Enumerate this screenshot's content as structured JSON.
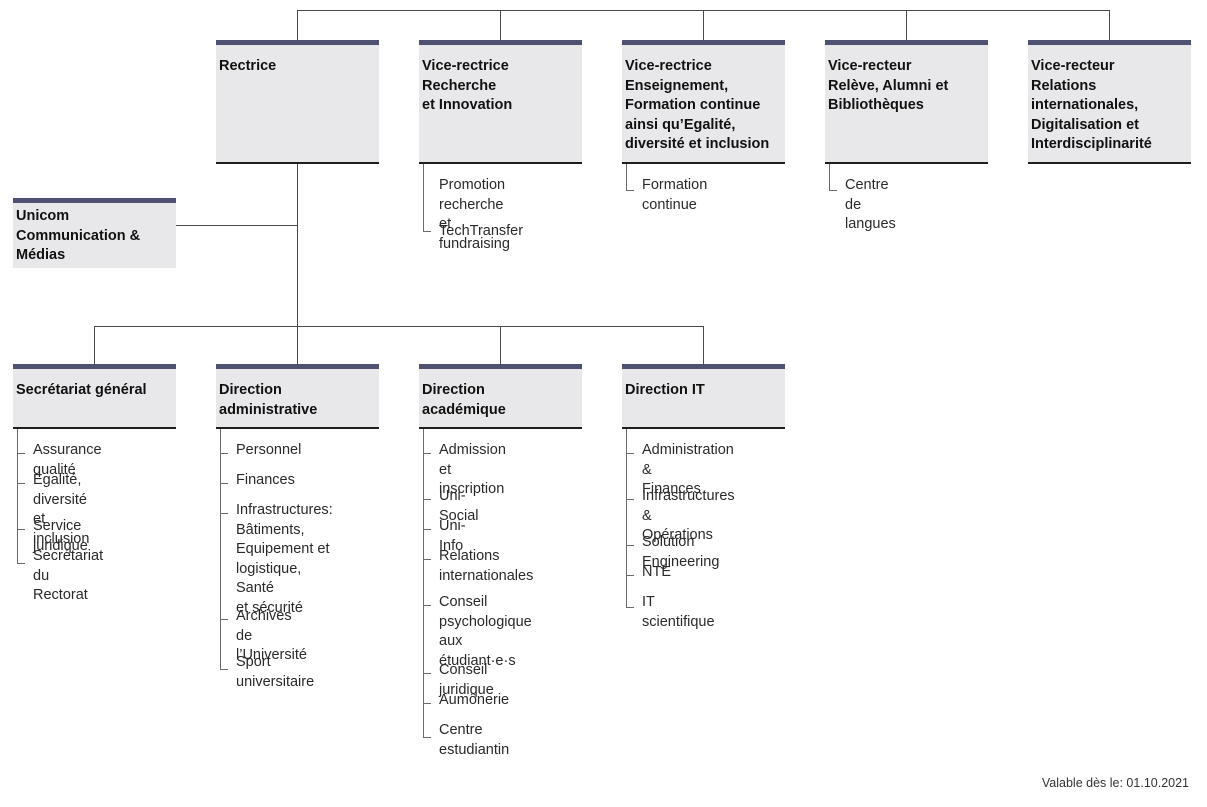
{
  "rectorate": {
    "rectrice": {
      "title": "Rectrice"
    },
    "vr_research": {
      "title": "Vice-rectrice\nRecherche\net Innovation",
      "units": [
        "Promotion recherche\net fundraising",
        "TechTransfer"
      ]
    },
    "vr_teaching": {
      "title": "Vice-rectrice\nEnseignement,\nFormation continue\nainsi qu’Egalité,\ndiversité et inclusion",
      "units": [
        "Formation continue"
      ]
    },
    "vr_alumni": {
      "title": "Vice-recteur\nRelève, Alumni et\nBibliothèques",
      "units": [
        "Centre de langues"
      ]
    },
    "vr_international": {
      "title": "Vice-recteur\nRelations\ninternationales,\nDigitalisation et\nInterdisciplinarité"
    }
  },
  "unicom": {
    "title": "Unicom\nCommunication &\nMédias"
  },
  "directorates": {
    "secretariat": {
      "title": "Secrétariat général",
      "units": [
        "Assurance qualité",
        "Egalité, diversité et\ninclusion",
        "Service juridique",
        "Secrétariat du\nRectorat"
      ]
    },
    "administrative": {
      "title": "Direction\nadministrative",
      "units": [
        "Personnel",
        "Finances",
        "Infrastructures:\nBâtiments,\nEquipement et\nlogistique, Santé\net sécurité",
        "Archives de\nl’Université",
        "Sport universitaire"
      ]
    },
    "academic": {
      "title": "Direction\nacadémique",
      "units": [
        "Admission et\ninscription",
        "Uni-Social",
        "Uni-Info",
        "Relations\ninternationales",
        "Conseil\npsychologique aux\nétudiant·e·s",
        "Conseil juridique",
        "Aumônerie",
        "Centre estudiantin"
      ]
    },
    "it": {
      "title": "Direction IT",
      "units": [
        "Administration &\nFinances",
        "Infrastructures &\nOpérations",
        "Solution Engineering",
        "NTE",
        "IT scientifique"
      ]
    }
  },
  "footer": {
    "validity": "Valable dès le: 01.10.2021"
  },
  "colors": {
    "box_fill": "#e8e8ea",
    "box_top_rule": "#4e5170",
    "text": "#1e1e1e"
  }
}
